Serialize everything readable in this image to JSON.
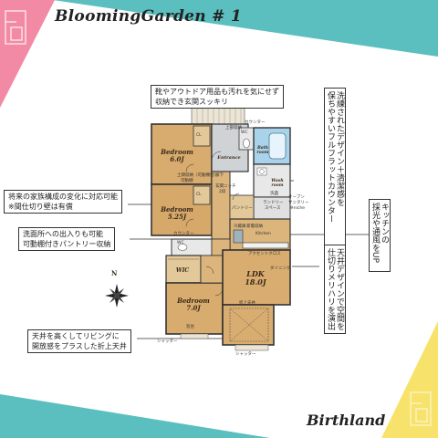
{
  "header": {
    "title": "BloomingGarden # 1"
  },
  "footer": {
    "brand": "Birthland"
  },
  "colors": {
    "pink": "#f28aa6",
    "teal": "#5bbfbf",
    "yellow": "#f7e36b",
    "wood": "#d8ab6e",
    "tile": "#cfd3d6",
    "water": "#a9d3ea"
  },
  "callouts": {
    "top": [
      "靴やアウトドア用品も汚れを気にせず",
      "収納でき玄関スッキリ"
    ],
    "left1": [
      "将来の家族構成の変化に対応可能",
      "※間仕切り壁は有償"
    ],
    "left2": [
      "洗面所への出入りも可能",
      "可動棚付きパントリー収納"
    ],
    "left3": [
      "天井を高くしてリビングに",
      "開放感をプラスした折上天井"
    ],
    "right1": [
      "洗練されたデザイン＋清潔感を",
      "保ちやすいフルフラットカウンター"
    ],
    "right2": [
      "キッチンの",
      "採光や通風をUP"
    ],
    "right3": [
      "天井デザインで空間を",
      "仕切りメリハリを演出"
    ]
  },
  "rooms": {
    "bedroom1": {
      "name": "Bedroom",
      "size": "6.0J"
    },
    "bedroom2": {
      "name": "Bedroom",
      "size": "5.25J"
    },
    "bedroom3": {
      "name": "Bedroom",
      "size": "7.0J"
    },
    "ldk": {
      "name": "LDK",
      "size": "18.0J"
    },
    "wic": {
      "name": "WIC"
    },
    "entrance": {
      "name": "Entrance"
    },
    "bath": {
      "name": "Bath",
      "sub": "room"
    },
    "wash": {
      "name": "Wash",
      "sub": "room"
    }
  },
  "labels": {
    "counter_top": "カウンター",
    "wc1": "WC",
    "wc2": "WC",
    "storage_top": "上部収納",
    "hall": "廊下",
    "shoes": "土間収納（可動棚付）",
    "shoes2": "可動棚",
    "entrance_niche": "玄関ニッチ",
    "entrance_niche2": "2段",
    "pantry": "パントリー",
    "open_sanitary1": "オープン",
    "open_sanitary2": "サニタリー",
    "open_sanitary3": "※niche",
    "laundry": "ランドリー",
    "laundry2": "スペース",
    "refrigerator": "冷蔵庫",
    "fridge_space": "家電収納",
    "wash_counter": "洗面",
    "counter_mid": "カウンター",
    "accent_pass": "アクセントクロス",
    "closet1": "CL",
    "closet2": "CL",
    "shutter1": "シャッター",
    "shutter2": "シャッター",
    "ceiling": "折上天井",
    "window": "窓台",
    "dining": "ダイニング",
    "kitchen": "Kitchen"
  },
  "compass": {
    "letter": "N"
  }
}
